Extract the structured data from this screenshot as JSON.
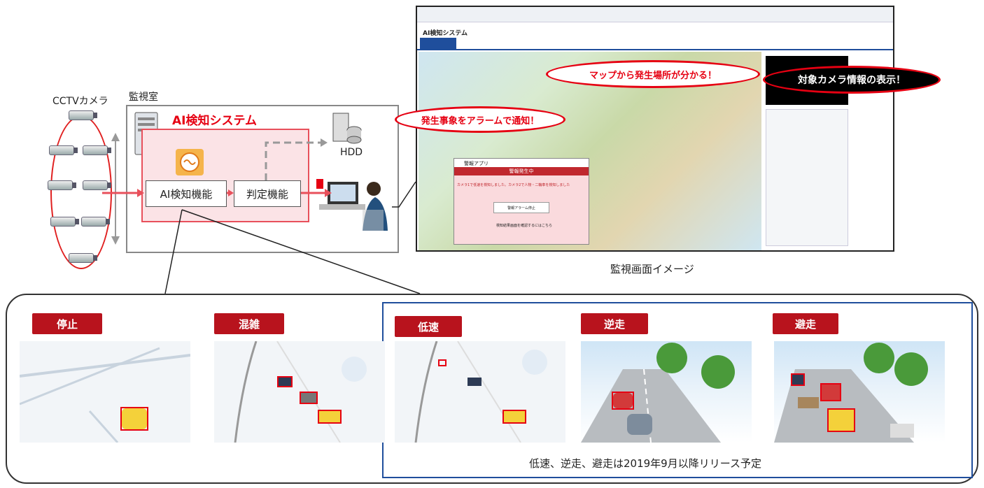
{
  "cctv": {
    "label": "CCTVカメラ"
  },
  "room": {
    "label": "監視室"
  },
  "system": {
    "title": "AI検知システム",
    "detection_label": "AI検知機能",
    "judgement_label": "判定機能",
    "hdd_label": "HDD"
  },
  "screen": {
    "caption": "監視画面イメージ",
    "app_title": "AI検知システム",
    "alert_title": "警報アプリ",
    "alert_header": "警報発生中",
    "alert_message": "カメラ1で低速を検知しました。カメラ2で人物・二輪車を検知しました",
    "alert_button": "警報アラーム停止",
    "alert_link": "検知結果画面を確認するにはこちら",
    "bubble_alarm": "発生事象をアラームで通知！",
    "bubble_map": "マップから発生場所が分かる！",
    "bubble_camera": "対象カメラ情報の表示！"
  },
  "events": [
    {
      "label": "停止"
    },
    {
      "label": "混雑"
    },
    {
      "label": "低速"
    },
    {
      "label": "逆走"
    },
    {
      "label": "避走"
    }
  ],
  "release_note": "低速、逆走、避走は2019年9月以降リリース予定",
  "colors": {
    "accent_red": "#e60012",
    "tag_red": "#b8131d",
    "system_pink": "#fbe3e6",
    "frame_blue": "#1f4e9c"
  }
}
